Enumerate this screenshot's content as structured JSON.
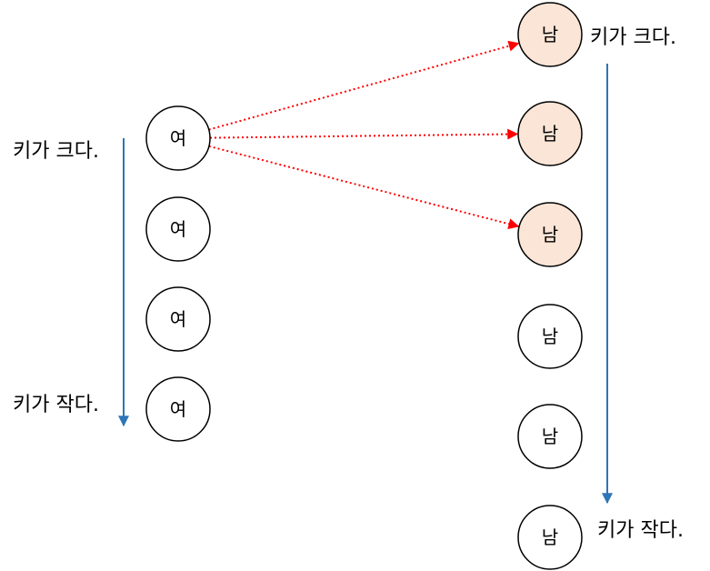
{
  "labels": {
    "female_top": "키가 크다.",
    "female_bottom": "키가 작다.",
    "male_top": "키가 크다.",
    "male_bottom": "키가 작다."
  },
  "female_nodes": [
    {
      "label": "여"
    },
    {
      "label": "여"
    },
    {
      "label": "여"
    },
    {
      "label": "여"
    }
  ],
  "male_nodes": [
    {
      "label": "남",
      "highlighted": true
    },
    {
      "label": "남",
      "highlighted": true
    },
    {
      "label": "남",
      "highlighted": true
    },
    {
      "label": "남",
      "highlighted": false
    },
    {
      "label": "남",
      "highlighted": false
    },
    {
      "label": "남",
      "highlighted": false
    }
  ],
  "connections": [
    {
      "from": "female-0",
      "to": "male-0"
    },
    {
      "from": "female-0",
      "to": "male-1"
    },
    {
      "from": "female-0",
      "to": "male-2"
    }
  ],
  "colors": {
    "node_stroke": "#000000",
    "node_fill": "#ffffff",
    "highlight_fill": "#fbe5d6",
    "arrow_blue": "#2e75b6",
    "connection_red": "#ff0000"
  }
}
